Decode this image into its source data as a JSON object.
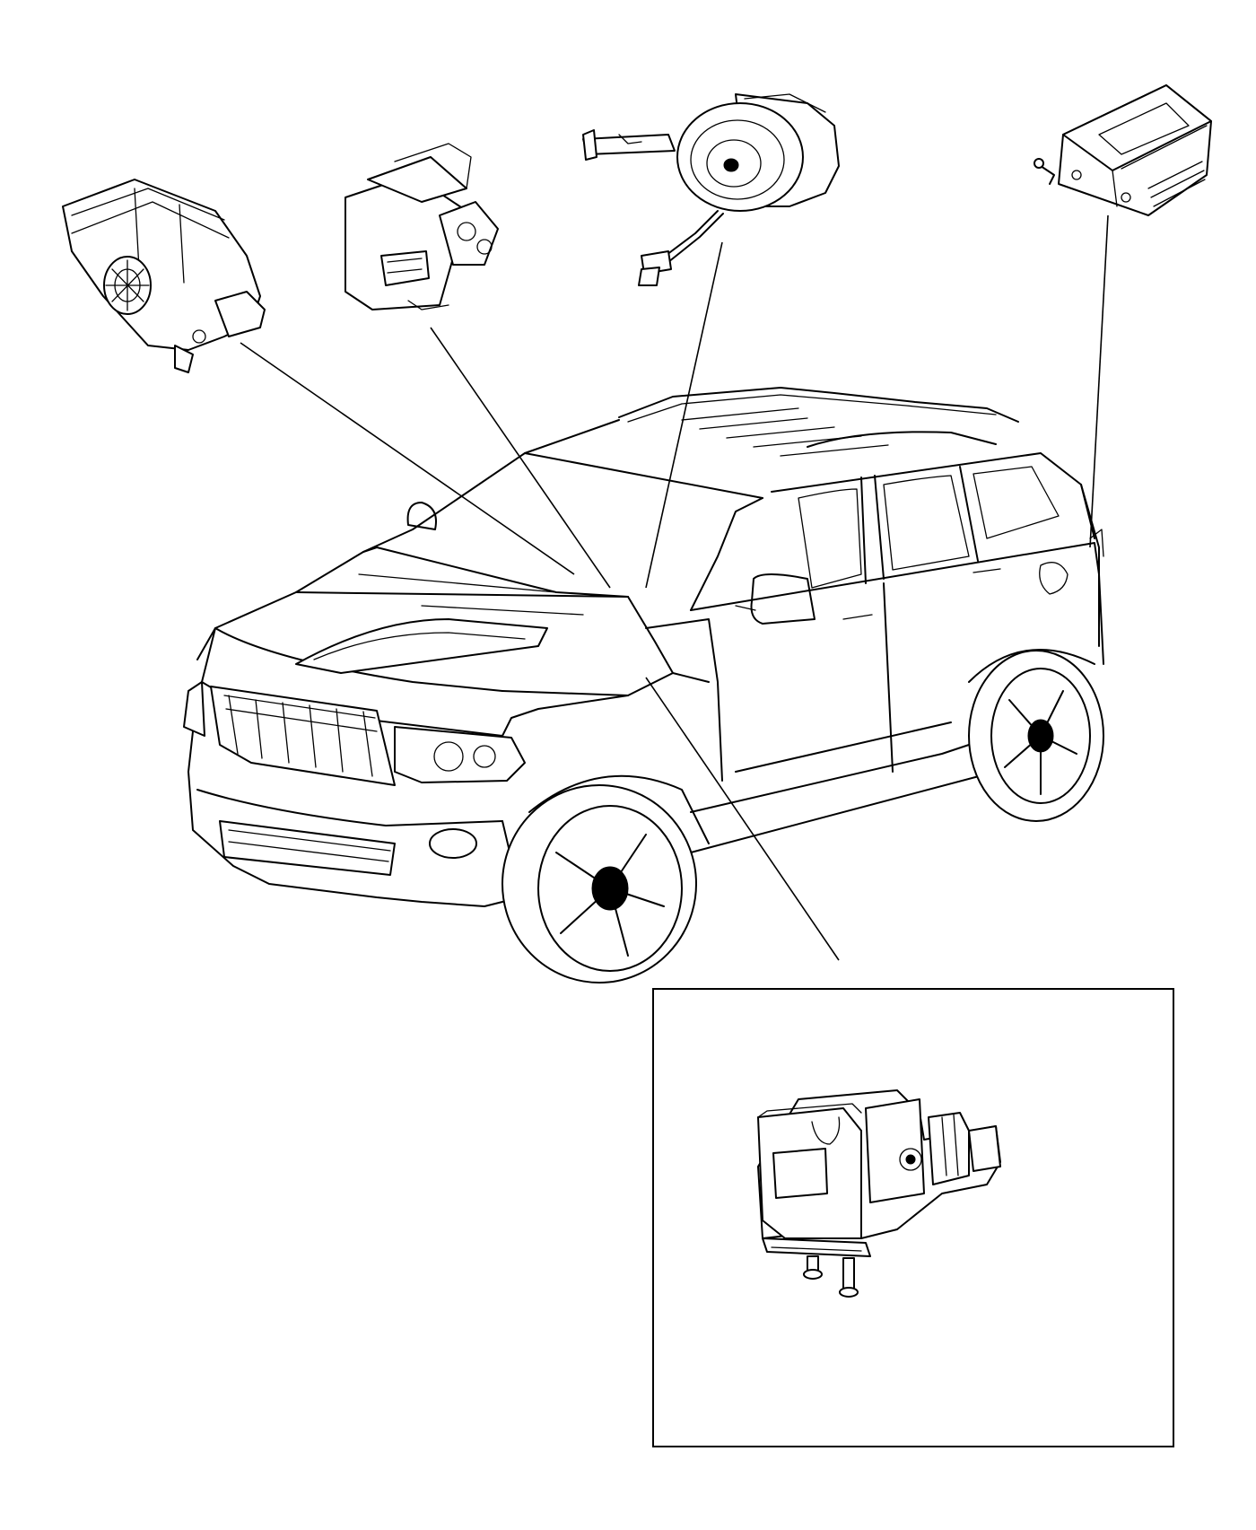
{
  "diagram": {
    "line_color": "#000000",
    "background": "#ffffff",
    "components": [
      {
        "id": "module-left",
        "icon": "control-module-icon"
      },
      {
        "id": "ignition-switch",
        "icon": "ignition-switch-icon"
      },
      {
        "id": "clockspring-switch",
        "icon": "clockspring-icon"
      },
      {
        "id": "ecu-right",
        "icon": "ecu-module-icon"
      },
      {
        "id": "abs-unit",
        "icon": "abs-module-icon"
      }
    ],
    "vehicle": {
      "icon": "suv-icon"
    },
    "inset": {
      "icon": "inset-frame"
    }
  }
}
